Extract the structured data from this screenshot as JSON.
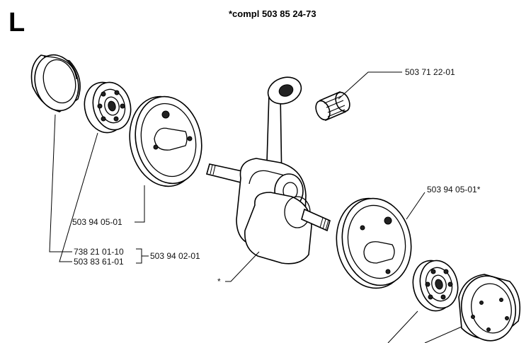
{
  "section_letter": "L",
  "title": "*compl 503 85 24-73",
  "labels": {
    "needle_bearing": "503 71 22-01",
    "crankcase_half_left": "503 94 05-01",
    "crankcase_half_right": "503 94 05-01*",
    "seal_ring": "738 21 01-10",
    "ball_bearing": "503 83 61-01",
    "bearing_kit": "503 94 02-01",
    "crankshaft": "*"
  }
}
